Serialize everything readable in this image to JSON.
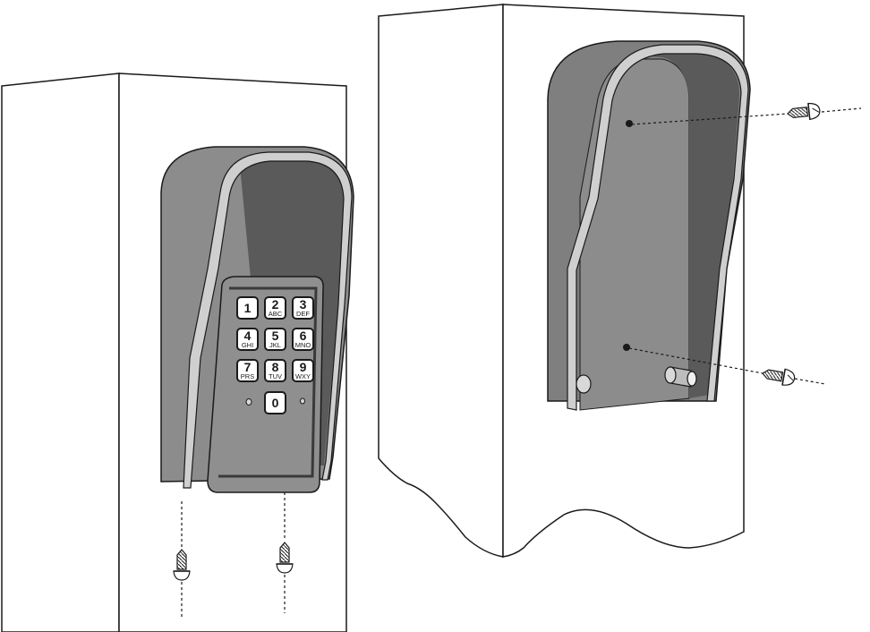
{
  "diagram": {
    "left_view": {
      "keypad": {
        "keys": [
          {
            "num": "1",
            "letters": ""
          },
          {
            "num": "2",
            "letters": "ABC"
          },
          {
            "num": "3",
            "letters": "DEF"
          },
          {
            "num": "4",
            "letters": "GHI"
          },
          {
            "num": "5",
            "letters": "JKL"
          },
          {
            "num": "6",
            "letters": "MNO"
          },
          {
            "num": "7",
            "letters": "PRS"
          },
          {
            "num": "8",
            "letters": "TUV"
          },
          {
            "num": "9",
            "letters": "WXY"
          },
          {
            "num": "0",
            "letters": ""
          }
        ]
      }
    },
    "colors": {
      "housing": "#8c8c8c",
      "housing_dark": "#5a5a5a",
      "interior": "#7d7d7d",
      "outline": "#1a1a1a",
      "post": "#ffffff",
      "key": "#ffffff"
    }
  }
}
